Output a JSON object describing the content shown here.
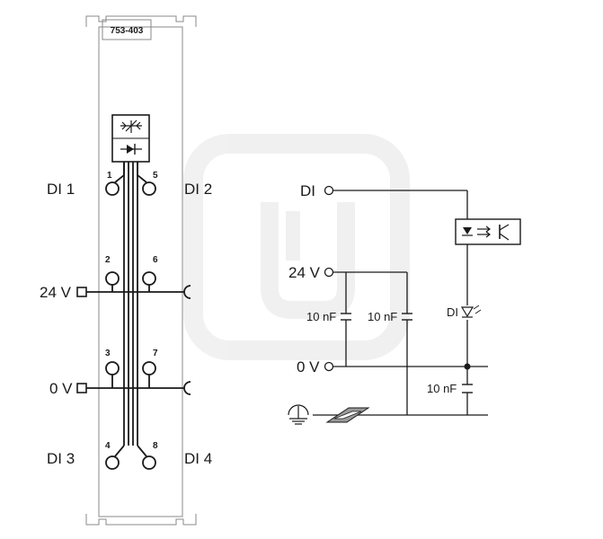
{
  "module": {
    "part_number": "753-403"
  },
  "left": {
    "labels": {
      "di1": "DI 1",
      "di2": "DI 2",
      "di3": "DI 3",
      "di4": "DI 4",
      "v24": "24 V",
      "v0": "0 V"
    },
    "pins": [
      "1",
      "2",
      "3",
      "4",
      "5",
      "6",
      "7",
      "8"
    ]
  },
  "right": {
    "labels": {
      "di": "DI",
      "v24": "24 V",
      "v0": "0 V",
      "led_di": "DI"
    },
    "capacitors": [
      "10 nF",
      "10 nF",
      "10 nF"
    ]
  },
  "icons": [
    "optocoupler-icon",
    "ground-icon",
    "din-rail-icon",
    "led-icon",
    "watermark-icon"
  ]
}
